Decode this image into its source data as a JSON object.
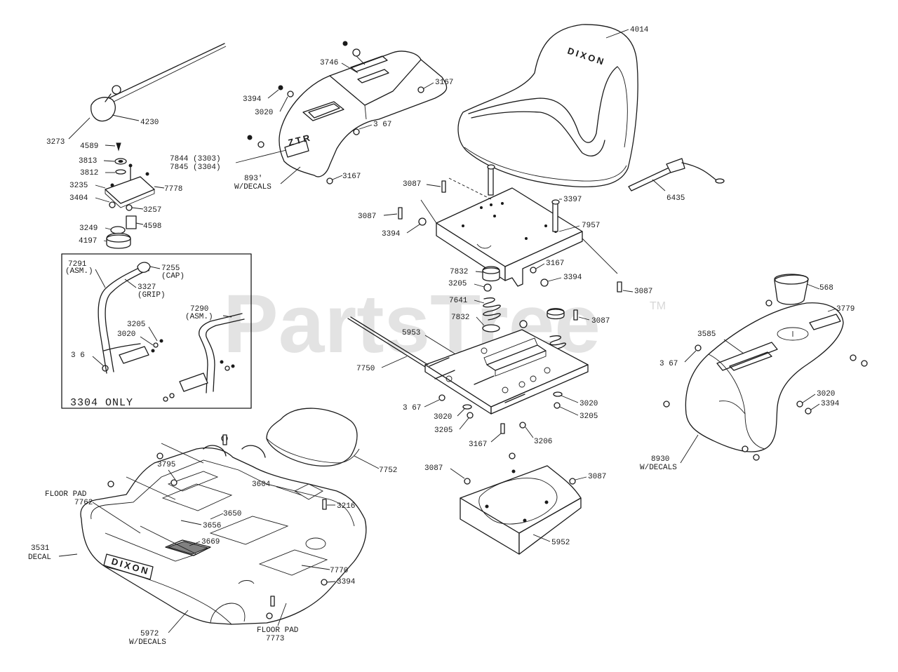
{
  "watermark": {
    "text": "PartsTree",
    "mark": "TM"
  },
  "inset": {
    "caption": "3304 ONLY"
  },
  "decals": {
    "seat_brand": "DIXON",
    "deck_brand": "DIXON",
    "tower_badge": "ZTR"
  },
  "callouts": {
    "c4014": "4014",
    "c4230": "4230",
    "c3273": "3273",
    "c4589": "4589",
    "c3813": "3813",
    "c3812": "3812",
    "c7778": "7778",
    "c3235": "3235",
    "c3404": "3404",
    "c3257": "3257",
    "c3249": "3249",
    "c4598": "4598",
    "c4197": "4197",
    "c3746": "3746",
    "c3167a": "3167",
    "c3394a": "3394",
    "c3020a": "3020",
    "c3167b": "3 67",
    "c7844": "7844 (3303)",
    "c7845": "7845 (3304)",
    "c3167c": "3167",
    "c893": "893'",
    "c893w": "W/DECALS",
    "c7291": "7291",
    "c7291b": "(ASM.)",
    "c7255": "7255",
    "c7255b": "(CAP)",
    "c3327": "3327",
    "c3327b": "(GRIP)",
    "c3205a": "3205",
    "c3020b": "3020",
    "c3x6": "3 6",
    "c7290": "7290",
    "c7290b": "(ASM.)",
    "c3087a": "3087",
    "c3397": "3397",
    "c6435": "6435",
    "c3087b": "3087",
    "c7957": "7957",
    "c3394b": "3394",
    "c7832a": "7832",
    "c3167d": "3167",
    "c3394c": "3394",
    "c3205b": "3205",
    "c3087c": "3087",
    "c7641": "7641",
    "c3087d": "3087",
    "c7832b": "7832",
    "c5953": "5953",
    "c7750": "7750",
    "c3167e": "3 67",
    "c3020c": "3020",
    "c3205c": "3205",
    "c3020d": "3020",
    "c3205d": "3205",
    "c3167f": "3167",
    "c3206": "3206",
    "c568": "568",
    "c3779": "3779",
    "c3585": "3585",
    "c3167g": "3 67",
    "c3020e": "3020",
    "c3394d": "3394",
    "c8930": "8930",
    "c8930w": "W/DECALS",
    "c7752": "7752",
    "c3795": "3795",
    "c3604": "3604",
    "c3216": "3216",
    "c3650": "3650",
    "c3656": "3656",
    "c3669": "3669",
    "cFloor1": "FLOOR PAD",
    "cFloor1b": "7762",
    "c3531": "3531",
    "c3531b": "DECAL",
    "c7770": "7770",
    "c3394e": "3394",
    "cFloor2": "FLOOR PAD",
    "cFloor2b": "7773",
    "c5972": "5972",
    "c5972w": "W/DECALS",
    "c3087e": "3087",
    "c3087f": "3087",
    "c5952": "5952"
  }
}
